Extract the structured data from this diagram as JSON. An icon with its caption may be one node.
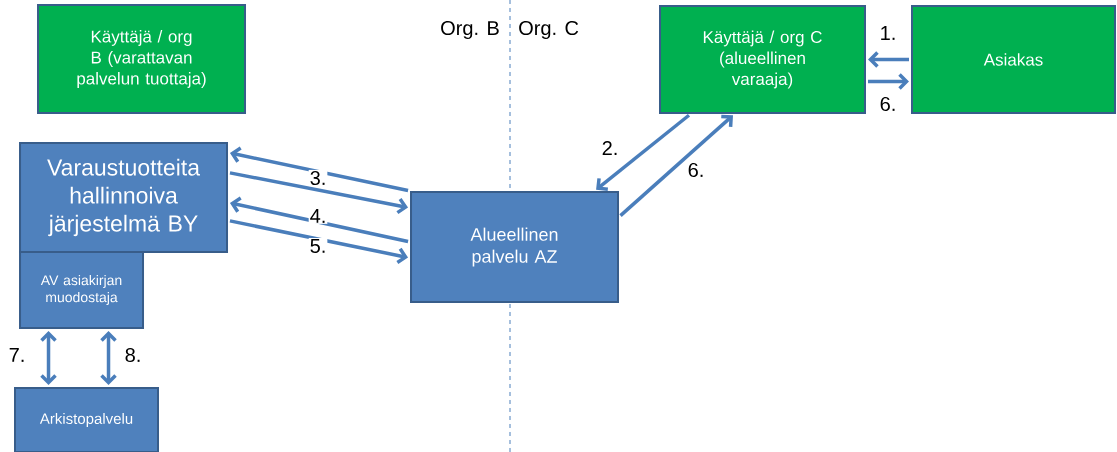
{
  "diagram": {
    "nodes": [
      {
        "text": [
          "Käyttäjä / org B (varattavan palvelun tuottaja)"
        ]
      },
      {
        "text": [
          "Käyttäjä / org C (alueellinen varaaja)"
        ]
      },
      {
        "text": [
          "Asiakas"
        ]
      },
      {
        "text": [
          "Varaustuotteita hallinnoiva järjestelmä BY"
        ]
      },
      {
        "text": [
          "AV asiakirjan muodostaja"
        ]
      },
      {
        "text": [
          "Alueellinen palvelu AZ"
        ]
      },
      {
        "text": [
          "Arkistopalvelu"
        ]
      }
    ],
    "edges": [
      {
        "from": 2,
        "to": 1,
        "arrow": "to",
        "label": "1."
      },
      {
        "from": 1,
        "to": 2,
        "arrow": "to",
        "label": "6."
      },
      {
        "from": 1,
        "to": 5,
        "arrow": "to",
        "label": "2."
      },
      {
        "from": 5,
        "to": 1,
        "arrow": "to",
        "label": "6."
      },
      {
        "from": 5,
        "to": 3,
        "arrow": "to"
      },
      {
        "from": 3,
        "to": 5,
        "arrow": "to",
        "label": "3."
      },
      {
        "from": 5,
        "to": 3,
        "arrow": "to",
        "label": "4."
      },
      {
        "from": 3,
        "to": 5,
        "arrow": "to",
        "label": "5."
      },
      {
        "from": 4,
        "to": 6,
        "arrow": "both",
        "label": "7."
      },
      {
        "from": 4,
        "to": 6,
        "arrow": "both",
        "label": "8."
      }
    ],
    "labels": [
      "Org. B",
      "Org. C"
    ]
  }
}
